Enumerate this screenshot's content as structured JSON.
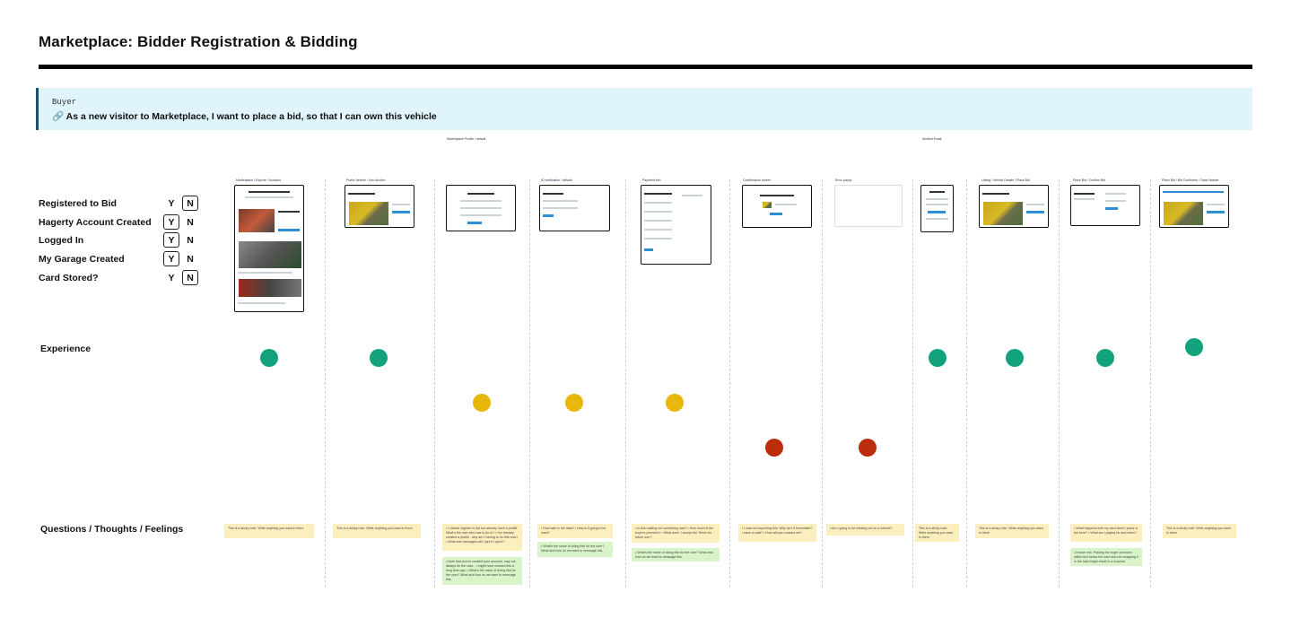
{
  "title": "Marketplace: Bidder Registration & Bidding",
  "story": {
    "role": "Buyer",
    "icon": "link-icon",
    "text": "As a new visitor to Marketplace, I want to place a bid, so that I can own this vehicle"
  },
  "section_captions": [
    "Marketplace Profile / default",
    "Verified Email"
  ],
  "flags": [
    {
      "label": "Registered to Bid",
      "yes": "Y",
      "no": "N",
      "value": "N"
    },
    {
      "label": "Hagerty Account Created",
      "yes": "Y",
      "no": "N",
      "value": "Y"
    },
    {
      "label": "Logged In",
      "yes": "Y",
      "no": "N",
      "value": "Y"
    },
    {
      "label": "My Garage Created",
      "yes": "Y",
      "no": "N",
      "value": "Y"
    },
    {
      "label": "Card Stored?",
      "yes": "Y",
      "no": "N",
      "value": "N"
    }
  ],
  "row_labels": {
    "experience": "Experience",
    "questions": "Questions / Thoughts / Feelings"
  },
  "screen_captions": [
    "Marketplace / Explore / Auctions",
    "Public Vehicle / Live Auction",
    "",
    "ID verification / default",
    "Payment info",
    "Confirmation screen",
    "Error popup",
    "",
    "Listing / Vehicle Details / Place Bid",
    "Place Bid / Confirm Bid",
    "Place Bid / Bid Confirmed / Toast Header"
  ],
  "experience_levels": [
    "positive",
    "positive",
    "neutral",
    "neutral",
    "neutral",
    "negative",
    "negative",
    "positive",
    "positive",
    "positive",
    "positive"
  ],
  "colors": {
    "positive": "#13a37c",
    "neutral": "#e7b809",
    "negative": "#bb2d0c",
    "story_bg": "#dff4fb",
    "note_yellow": "#fcefbe",
    "note_green": "#d9f4c8"
  },
  "notes": [
    {
      "col": 0,
      "kind": "yellow",
      "text": "This is a sticky note. Write anything you want in there"
    },
    {
      "col": 1,
      "kind": "yellow",
      "text": "This is a sticky note. Write anything you want in there"
    },
    {
      "col": 2,
      "kind": "yellow",
      "text": "• I clicked register to bid but already have a profile. What's the user who has to do to? • I've already created a profile - why am I having to do this now? • What text messages will I get if I opt in?"
    },
    {
      "col": 2,
      "kind": "green",
      "text": "• Note that you've created your account, may not always be the case - I might have created this a long time ago. • What's the value of doing this for the user? What and how do we want to message this."
    },
    {
      "col": 3,
      "kind": "yellow",
      "text": "• How safe is the data? • How is it going to be used?"
    },
    {
      "col": 3,
      "kind": "green",
      "text": "• What's the value of doing this for the user? What and how do we want to message this."
    },
    {
      "col": 4,
      "kind": "yellow",
      "text": "• Is this making me something now? • How much is the buyer's premium? • What does 'I accept the Terms for future use'?"
    },
    {
      "col": 4,
      "kind": "green",
      "text": "• What's the value of doing this for the user? What and how do we want to message this."
    },
    {
      "col": 5,
      "kind": "yellow",
      "text": "• I was not expecting this. Why isn't it immediate? / have to wait? • How will you contact me?"
    },
    {
      "col": 6,
      "kind": "yellow",
      "text": "• Am I going to be missing out on a vehicle?"
    },
    {
      "col": 7,
      "kind": "yellow",
      "text": "This is a sticky note. Write anything you want in there"
    },
    {
      "col": 8,
      "kind": "yellow",
      "text": "This is a sticky note. Write anything you want in there"
    },
    {
      "col": 9,
      "kind": "yellow",
      "text": "• What happens with my card when I place a bid here? • What am I paying for and when?"
    },
    {
      "col": 9,
      "kind": "green",
      "text": "• Known risk: Placing the buyer premium within text below the card and not wrapping it in the total bright result in a surprise."
    },
    {
      "col": 10,
      "kind": "yellow",
      "text": "This is a sticky note. Write anything you want in there"
    }
  ]
}
